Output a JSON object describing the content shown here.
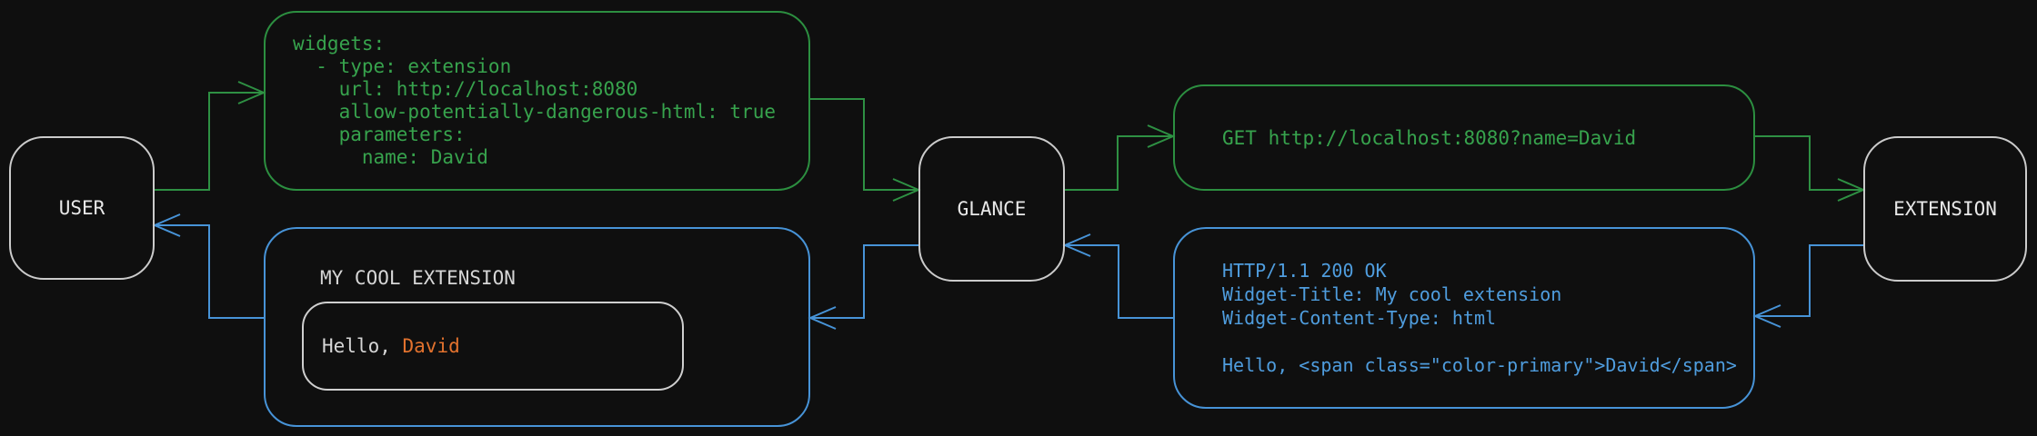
{
  "nodes": {
    "user": {
      "label": "USER"
    },
    "glance": {
      "label": "GLANCE"
    },
    "extension": {
      "label": "EXTENSION"
    }
  },
  "config_box": {
    "yaml": "widgets:\n  - type: extension\n    url: http://localhost:8080\n    allow-potentially-dangerous-html: true\n    parameters:\n      name: David"
  },
  "request_box": {
    "method_line": "GET http://localhost:8080?name=David"
  },
  "response_box": {
    "raw": "HTTP/1.1 200 OK\nWidget-Title: My cool extension\nWidget-Content-Type: html\n\nHello, <span class=\"color-primary\">David</span>"
  },
  "widget_box": {
    "title": "MY COOL EXTENSION",
    "greeting_prefix": "Hello, ",
    "greeting_name": "David"
  },
  "colors": {
    "background": "#0f0f0f",
    "request_flow_green": "#2e9043",
    "response_flow_blue": "#4793d7",
    "green_text": "#37a34d",
    "blue_text": "#4f9dde",
    "accent_orange": "#e2722e",
    "node_border_white": "#cbcbcb"
  }
}
